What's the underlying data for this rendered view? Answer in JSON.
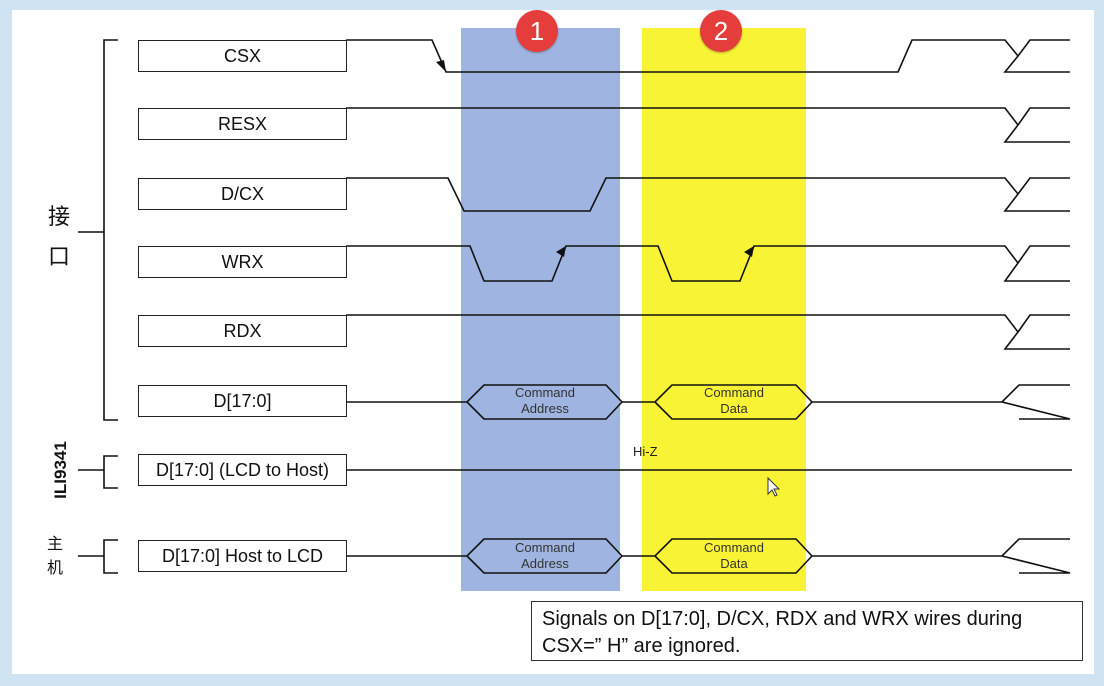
{
  "signals": {
    "csx": "CSX",
    "resx": "RESX",
    "dcx": "D/CX",
    "wrx": "WRX",
    "rdx": "RDX",
    "data": "D[17:0]",
    "lcd_to_host": "D[17:0] (LCD to Host)",
    "host_to_lcd": "D[17:0] Host to LCD"
  },
  "groups": {
    "interface": "接口",
    "chip": "ILI9341",
    "host": "主机"
  },
  "phases": {
    "one": "1",
    "two": "2",
    "one_color": "#9fb4e0",
    "two_color": "#f8f435"
  },
  "bus": {
    "phase1_line1": "Command",
    "phase1_line2": "Address",
    "phase2_line1": "Command",
    "phase2_line2": "Data",
    "host1_line1": "Command",
    "host1_line2": "Address",
    "host2_line1": "Command",
    "host2_line2": "Data",
    "hiz": "Hi-Z"
  },
  "note": "Signals on D[17:0], D/CX, RDX and WRX wires during CSX=” H” are ignored."
}
